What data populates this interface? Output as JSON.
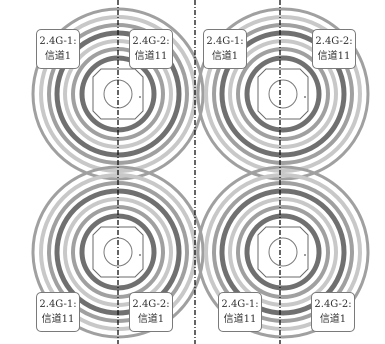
{
  "quadrants": [
    {
      "id": "top-left",
      "labels": [
        {
          "band": "2.4G-1:",
          "channel": "信道1"
        },
        {
          "band": "2.4G-2:",
          "channel": "信道11"
        }
      ]
    },
    {
      "id": "top-right",
      "labels": [
        {
          "band": "2.4G-1:",
          "channel": "信道1"
        },
        {
          "band": "2.4G-2:",
          "channel": "信道11"
        }
      ]
    },
    {
      "id": "bottom-left",
      "labels": [
        {
          "band": "2.4G-1:",
          "channel": "信道11"
        },
        {
          "band": "2.4G-2:",
          "channel": "信道1"
        }
      ]
    },
    {
      "id": "bottom-right",
      "labels": [
        {
          "band": "2.4G-1:",
          "channel": "信道11"
        },
        {
          "band": "2.4G-2:",
          "channel": "信道1"
        }
      ]
    }
  ],
  "colors": {
    "ring_dark": "#707070",
    "ring_mid": "#a0a0a0",
    "ring_light": "#c8c8c8",
    "divider": "#111111",
    "box_border": "#7a7a7a",
    "text": "#333333"
  }
}
